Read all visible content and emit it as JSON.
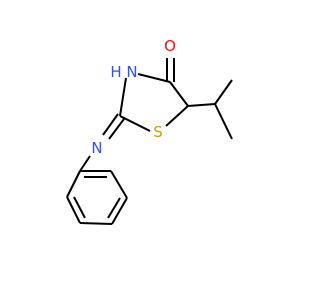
{
  "molecule": {
    "atoms": [
      {
        "id": "O1",
        "element": "O",
        "label": "O",
        "color": "#ff0d0d"
      },
      {
        "id": "C4",
        "element": "C",
        "label": ""
      },
      {
        "id": "N3",
        "element": "N",
        "label": "H N",
        "color": "#3050f8"
      },
      {
        "id": "C2",
        "element": "C",
        "label": ""
      },
      {
        "id": "S1",
        "element": "S",
        "label": "S",
        "color": "#c8a000"
      },
      {
        "id": "C5",
        "element": "C",
        "label": ""
      },
      {
        "id": "N_exo",
        "element": "N",
        "label": "N",
        "color": "#3050f8"
      },
      {
        "id": "C_ipr_ch",
        "element": "C",
        "label": ""
      },
      {
        "id": "C_me1",
        "element": "C",
        "label": ""
      },
      {
        "id": "C_me2",
        "element": "C",
        "label": ""
      },
      {
        "id": "Ph1",
        "element": "C",
        "label": ""
      },
      {
        "id": "Ph2",
        "element": "C",
        "label": ""
      },
      {
        "id": "Ph3",
        "element": "C",
        "label": ""
      },
      {
        "id": "Ph4",
        "element": "C",
        "label": ""
      },
      {
        "id": "Ph5",
        "element": "C",
        "label": ""
      },
      {
        "id": "Ph6",
        "element": "C",
        "label": ""
      }
    ],
    "bond_color": "#000000"
  }
}
